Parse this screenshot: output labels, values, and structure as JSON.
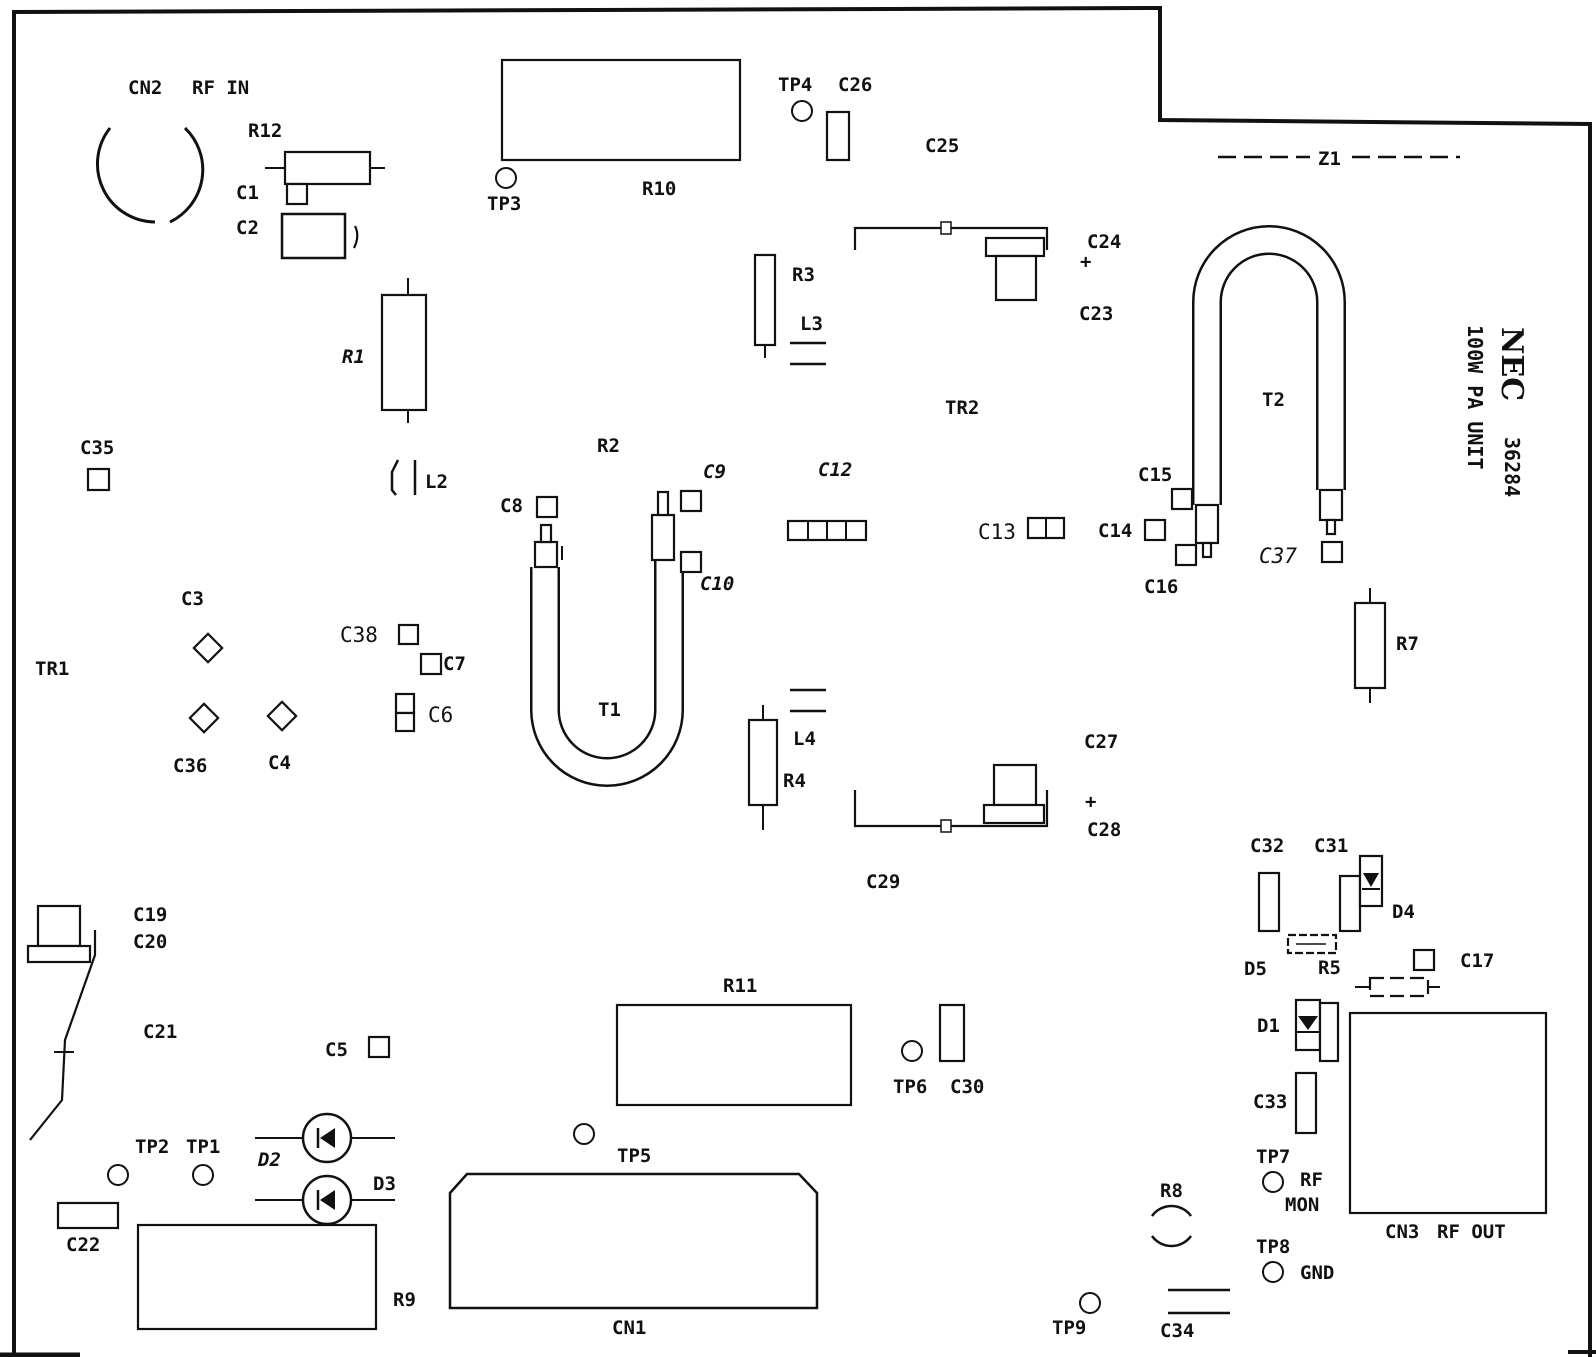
{
  "brand": "NEC",
  "board_title": "100W PA UNIT",
  "part_number": "36284",
  "zone": "Z1",
  "labels": {
    "CN2": "CN2",
    "RF_IN": "RF IN",
    "R12": "R12",
    "C1": "C1",
    "C2": "C2",
    "TP3": "TP3",
    "R10": "R10",
    "TP4": "TP4",
    "C26": "C26",
    "C25": "C25",
    "C24": "C24",
    "C23": "C23",
    "R3": "R3",
    "L3": "L3",
    "R1": "R1",
    "TR2": "TR2",
    "T2": "T2",
    "C35": "C35",
    "R2": "R2",
    "C9": "C9",
    "C12": "C12",
    "L2": "L2",
    "C8": "C8",
    "C13": "C13",
    "C14": "C14",
    "C15": "C15",
    "C16": "C16",
    "C37": "C37",
    "C10": "C10",
    "C3": "C3",
    "C38": "C38",
    "C7": "C7",
    "TR1": "TR1",
    "R7": "R7",
    "T1": "T1",
    "C6": "C6",
    "C36": "C36",
    "C4": "C4",
    "L4": "L4",
    "R4": "R4",
    "C27": "C27",
    "C28": "C28",
    "C29": "C29",
    "C32": "C32",
    "C31": "C31",
    "D4": "D4",
    "C19": "C19",
    "C20": "C20",
    "D5": "D5",
    "R5": "R5",
    "C17": "C17",
    "R11": "R11",
    "C21": "C21",
    "D1": "D1",
    "C5": "C5",
    "TP6": "TP6",
    "C30": "C30",
    "C33": "C33",
    "TP2": "TP2",
    "TP1": "TP1",
    "D2": "D2",
    "TP5": "TP5",
    "TP7": "TP7",
    "RF": "RF",
    "MON": "MON",
    "D3": "D3",
    "R8": "R8",
    "CN3": "CN3",
    "RF_OUT": "RF OUT",
    "C22": "C22",
    "TP8": "TP8",
    "GND": "GND",
    "R9": "R9",
    "CN1": "CN1",
    "TP9": "TP9",
    "C34": "C34"
  }
}
